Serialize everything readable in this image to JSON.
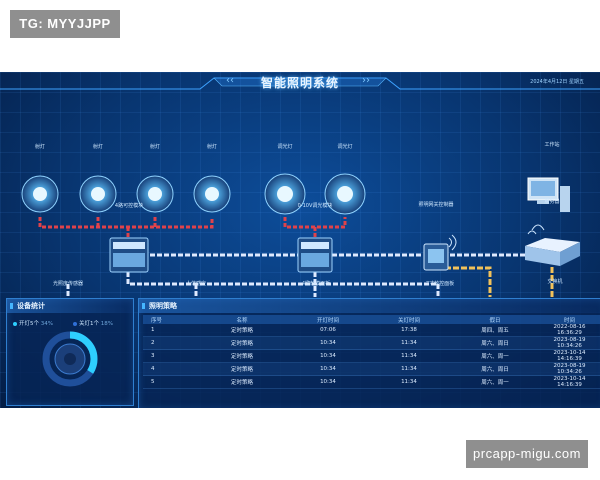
{
  "watermarks": {
    "top_left": "TG: MYYJJPP",
    "bottom_right": "prcapp-migu.com"
  },
  "header": {
    "title": "智能照明系统",
    "nav_prev": "‹‹",
    "nav_next": "››",
    "datetime": "2024年4月12日  星期五"
  },
  "diagram": {
    "top_devices": [
      {
        "label": "射灯",
        "icon": "spotlight-icon"
      },
      {
        "label": "射灯",
        "icon": "spotlight-icon"
      },
      {
        "label": "射灯",
        "icon": "spotlight-icon"
      },
      {
        "label": "射灯",
        "icon": "spotlight-icon"
      },
      {
        "label": "调光灯",
        "icon": "dimmable-light-icon"
      },
      {
        "label": "调光灯",
        "icon": "dimmable-light-icon"
      }
    ],
    "modules": [
      {
        "label": "4路可控模块",
        "icon": "relay-module-icon"
      },
      {
        "label": "0-10V调光模块",
        "icon": "dimmer-module-icon"
      }
    ],
    "gateway": {
      "label": "照明网关控制器",
      "icon": "gateway-icon"
    },
    "workstation": {
      "label": "工作站",
      "icon": "workstation-icon"
    },
    "server": {
      "label": "服务器",
      "icon": "server-icon"
    },
    "switch": {
      "label": "交换机",
      "icon": "network-switch-icon"
    },
    "bottom_devices": [
      {
        "label": "光照度传感器",
        "icon": "light-sensor-icon"
      },
      {
        "label": "人体感应",
        "icon": "motion-sensor-icon"
      },
      {
        "label": "4键触摸面板",
        "icon": "touch-panel-icon"
      },
      {
        "label": "7寸触控面板",
        "icon": "touchscreen-icon"
      }
    ]
  },
  "stats_panel": {
    "title": "设备统计",
    "legend": [
      {
        "name": "开灯",
        "count": "5个",
        "percent": "34%",
        "color": "#2ecfff"
      },
      {
        "name": "关灯",
        "count": "1个",
        "percent": "18%",
        "color": "#2f6fd6"
      }
    ]
  },
  "schedule_panel": {
    "title": "照明策略",
    "columns": [
      "序号",
      "名称",
      "开灯时间",
      "关灯时间",
      "假日",
      "时间"
    ],
    "rows": [
      [
        "1",
        "定时策略",
        "07:06",
        "17:38",
        "周四、周五",
        "2022-08-16 16:36:29"
      ],
      [
        "2",
        "定时策略",
        "10:34",
        "11:34",
        "周六、周日",
        "2023-08-19 10:34:26"
      ],
      [
        "3",
        "定时策略",
        "10:34",
        "11:34",
        "周六、周一",
        "2023-10-14 14:16:39"
      ],
      [
        "4",
        "定时策略",
        "10:34",
        "11:34",
        "周六、周日",
        "2023-08-19 10:34:26"
      ],
      [
        "5",
        "定时策略",
        "10:34",
        "11:34",
        "周六、周一",
        "2023-10-14 14:16:39"
      ]
    ]
  },
  "colors": {
    "accent": "#46b6ff",
    "line_red": "#e0424a",
    "line_white": "#dfeaff",
    "line_gold": "#f2c25a"
  }
}
